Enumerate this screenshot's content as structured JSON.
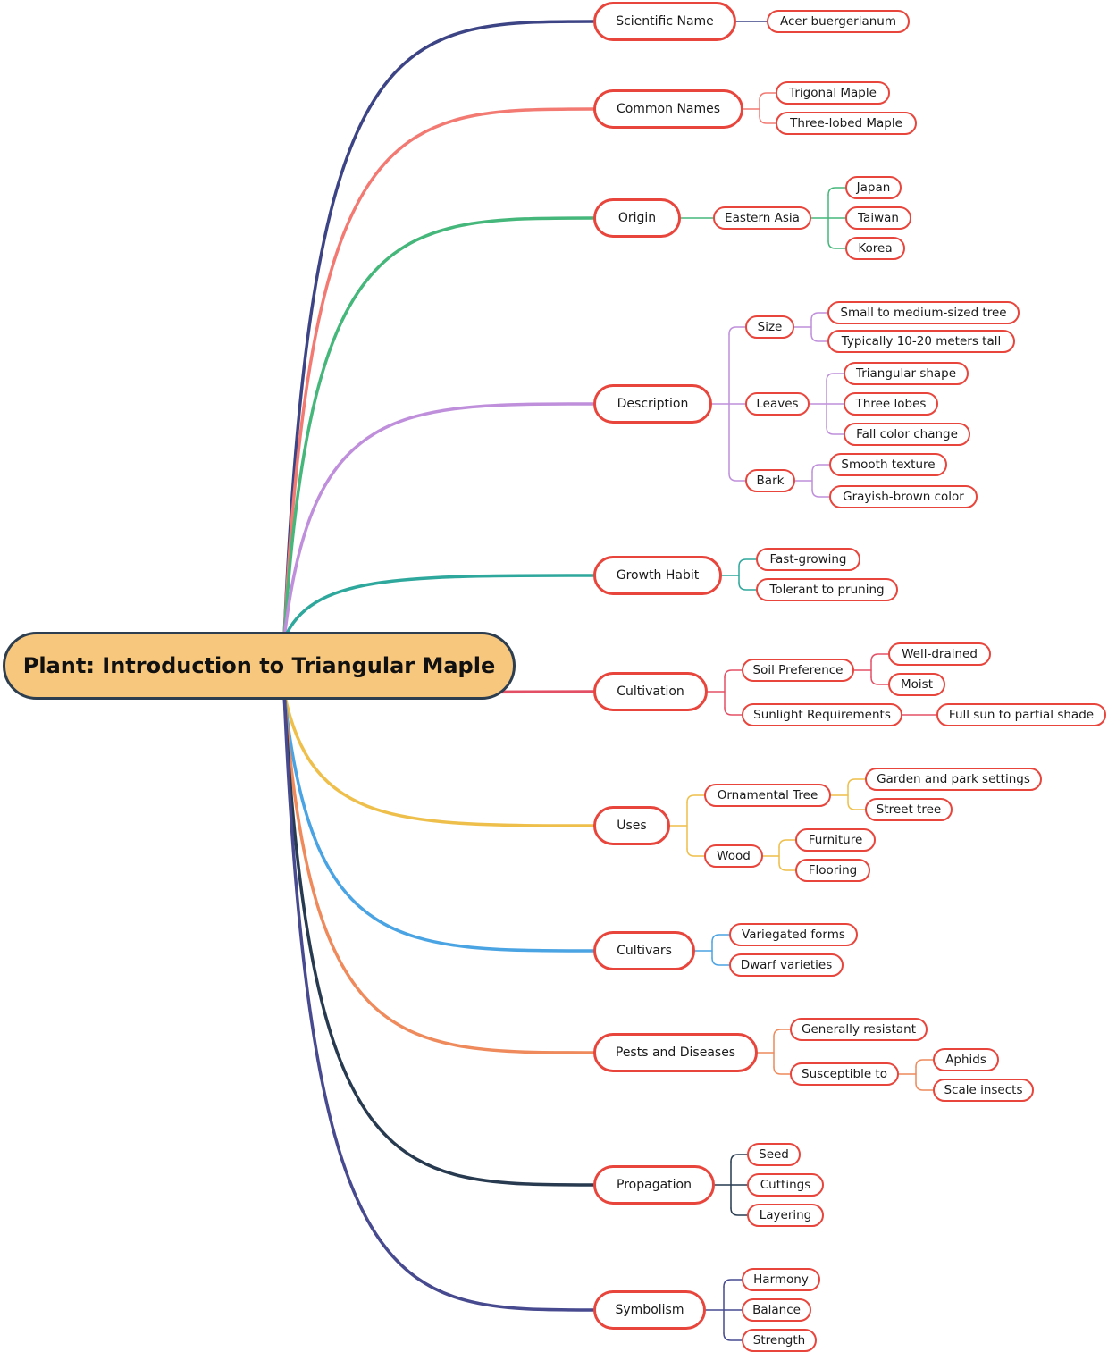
{
  "root": {
    "label": "Plant: Introduction to Triangular Maple"
  },
  "colors": {
    "node_border": "#e8453c",
    "root_fill": "#f8c77e",
    "root_border": "#2d3e50"
  },
  "branches": [
    {
      "label": "Scientific Name",
      "color": "#3d4485",
      "children": [
        {
          "label": "Acer buergerianum"
        }
      ]
    },
    {
      "label": "Common Names",
      "color": "#f27a73",
      "children": [
        {
          "label": "Trigonal Maple"
        },
        {
          "label": "Three-lobed Maple"
        }
      ]
    },
    {
      "label": "Origin",
      "color": "#45b77a",
      "children": [
        {
          "label": "Eastern Asia",
          "children": [
            {
              "label": "Japan"
            },
            {
              "label": "Taiwan"
            },
            {
              "label": "Korea"
            }
          ]
        }
      ]
    },
    {
      "label": "Description",
      "color": "#bf8fdc",
      "children": [
        {
          "label": "Size",
          "children": [
            {
              "label": "Small to medium-sized tree"
            },
            {
              "label": "Typically 10-20 meters tall"
            }
          ]
        },
        {
          "label": "Leaves",
          "children": [
            {
              "label": "Triangular shape"
            },
            {
              "label": "Three lobes"
            },
            {
              "label": "Fall color change"
            }
          ]
        },
        {
          "label": "Bark",
          "children": [
            {
              "label": "Smooth texture"
            },
            {
              "label": "Grayish-brown color"
            }
          ]
        }
      ]
    },
    {
      "label": "Growth Habit",
      "color": "#2ea79c",
      "children": [
        {
          "label": "Fast-growing"
        },
        {
          "label": "Tolerant to pruning"
        }
      ]
    },
    {
      "label": "Cultivation",
      "color": "#e35065",
      "children": [
        {
          "label": "Soil Preference",
          "children": [
            {
              "label": "Well-drained"
            },
            {
              "label": "Moist"
            }
          ]
        },
        {
          "label": "Sunlight Requirements",
          "children": [
            {
              "label": "Full sun to partial shade"
            }
          ]
        }
      ]
    },
    {
      "label": "Uses",
      "color": "#eebf4a",
      "children": [
        {
          "label": "Ornamental Tree",
          "children": [
            {
              "label": "Garden and park settings"
            },
            {
              "label": "Street tree"
            }
          ]
        },
        {
          "label": "Wood",
          "children": [
            {
              "label": "Furniture"
            },
            {
              "label": "Flooring"
            }
          ]
        }
      ]
    },
    {
      "label": "Cultivars",
      "color": "#4aa3e3",
      "children": [
        {
          "label": "Variegated forms"
        },
        {
          "label": "Dwarf varieties"
        }
      ]
    },
    {
      "label": "Pests and Diseases",
      "color": "#ee8a5b",
      "children": [
        {
          "label": "Generally resistant"
        },
        {
          "label": "Susceptible to",
          "children": [
            {
              "label": "Aphids"
            },
            {
              "label": "Scale insects"
            }
          ]
        }
      ]
    },
    {
      "label": "Propagation",
      "color": "#273a50",
      "children": [
        {
          "label": "Seed"
        },
        {
          "label": "Cuttings"
        },
        {
          "label": "Layering"
        }
      ]
    },
    {
      "label": "Symbolism",
      "color": "#474a8f",
      "children": [
        {
          "label": "Harmony"
        },
        {
          "label": "Balance"
        },
        {
          "label": "Strength"
        }
      ]
    }
  ]
}
